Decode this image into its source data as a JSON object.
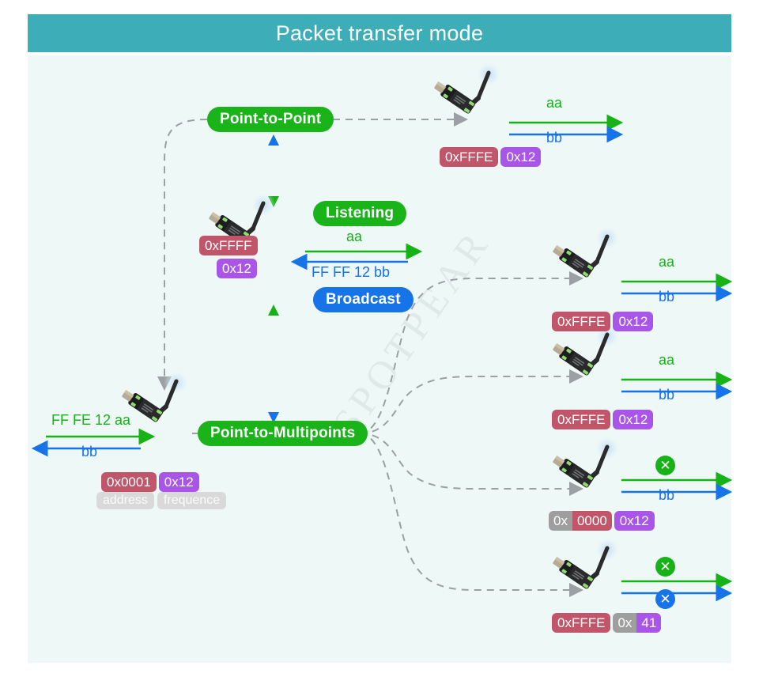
{
  "header": {
    "title": "Packet transfer mode"
  },
  "watermark": {
    "text": "SPOTPEAR"
  },
  "modes": {
    "point_to_point": "Point-to-Point",
    "listening": "Listening",
    "broadcast": "Broadcast",
    "point_to_multipoints": "Point-to-Multipoints"
  },
  "nodes": {
    "p2p_target": {
      "address": "0xFFFE",
      "frequence": "0x12",
      "tx_label": "aa",
      "rx_label": "bb"
    },
    "listening_hub": {
      "address": "0xFFFF",
      "frequence": "0x12",
      "tx_label": "aa",
      "rx_label": "FF FF 12 bb"
    },
    "multipoint_source": {
      "address": "0x0001",
      "frequence": "0x12",
      "address_caption": "address",
      "frequence_caption": "frequence",
      "tx_label": "FF FE 12 aa",
      "rx_label": "bb"
    },
    "branch_1": {
      "address": "0xFFFE",
      "frequence": "0x12",
      "tx_label": "aa",
      "rx_label": "bb",
      "tx_blocked": false,
      "rx_blocked": false
    },
    "branch_2": {
      "address": "0xFFFE",
      "frequence": "0x12",
      "tx_label": "aa",
      "rx_label": "bb",
      "tx_blocked": false,
      "rx_blocked": false
    },
    "branch_3": {
      "address_prefix": "0x",
      "address_value": "0000",
      "frequence": "0x12",
      "tx_label": "",
      "rx_label": "bb",
      "tx_blocked": true,
      "rx_blocked": false,
      "blocked_icon": "circle-x-icon"
    },
    "branch_4": {
      "address": "0xFFFE",
      "frequence_prefix": "0x",
      "frequence_value": "41",
      "tx_label": "",
      "rx_label": "",
      "tx_blocked": true,
      "rx_blocked": true,
      "blocked_icon": "circle-x-icon"
    }
  },
  "glyphs": {
    "cross": "✕"
  },
  "colors": {
    "header_bg": "#3daeb8",
    "canvas_bg": "#eef8f7",
    "pill_green": "#1ab31a",
    "pill_blue": "#1773e8",
    "badge_red": "#c1566a",
    "badge_purple": "#a855e8",
    "badge_gray": "#b0b0b0",
    "arrow_green": "#16b216",
    "arrow_blue": "#1773e8",
    "dashed_gray": "#8c9194"
  }
}
